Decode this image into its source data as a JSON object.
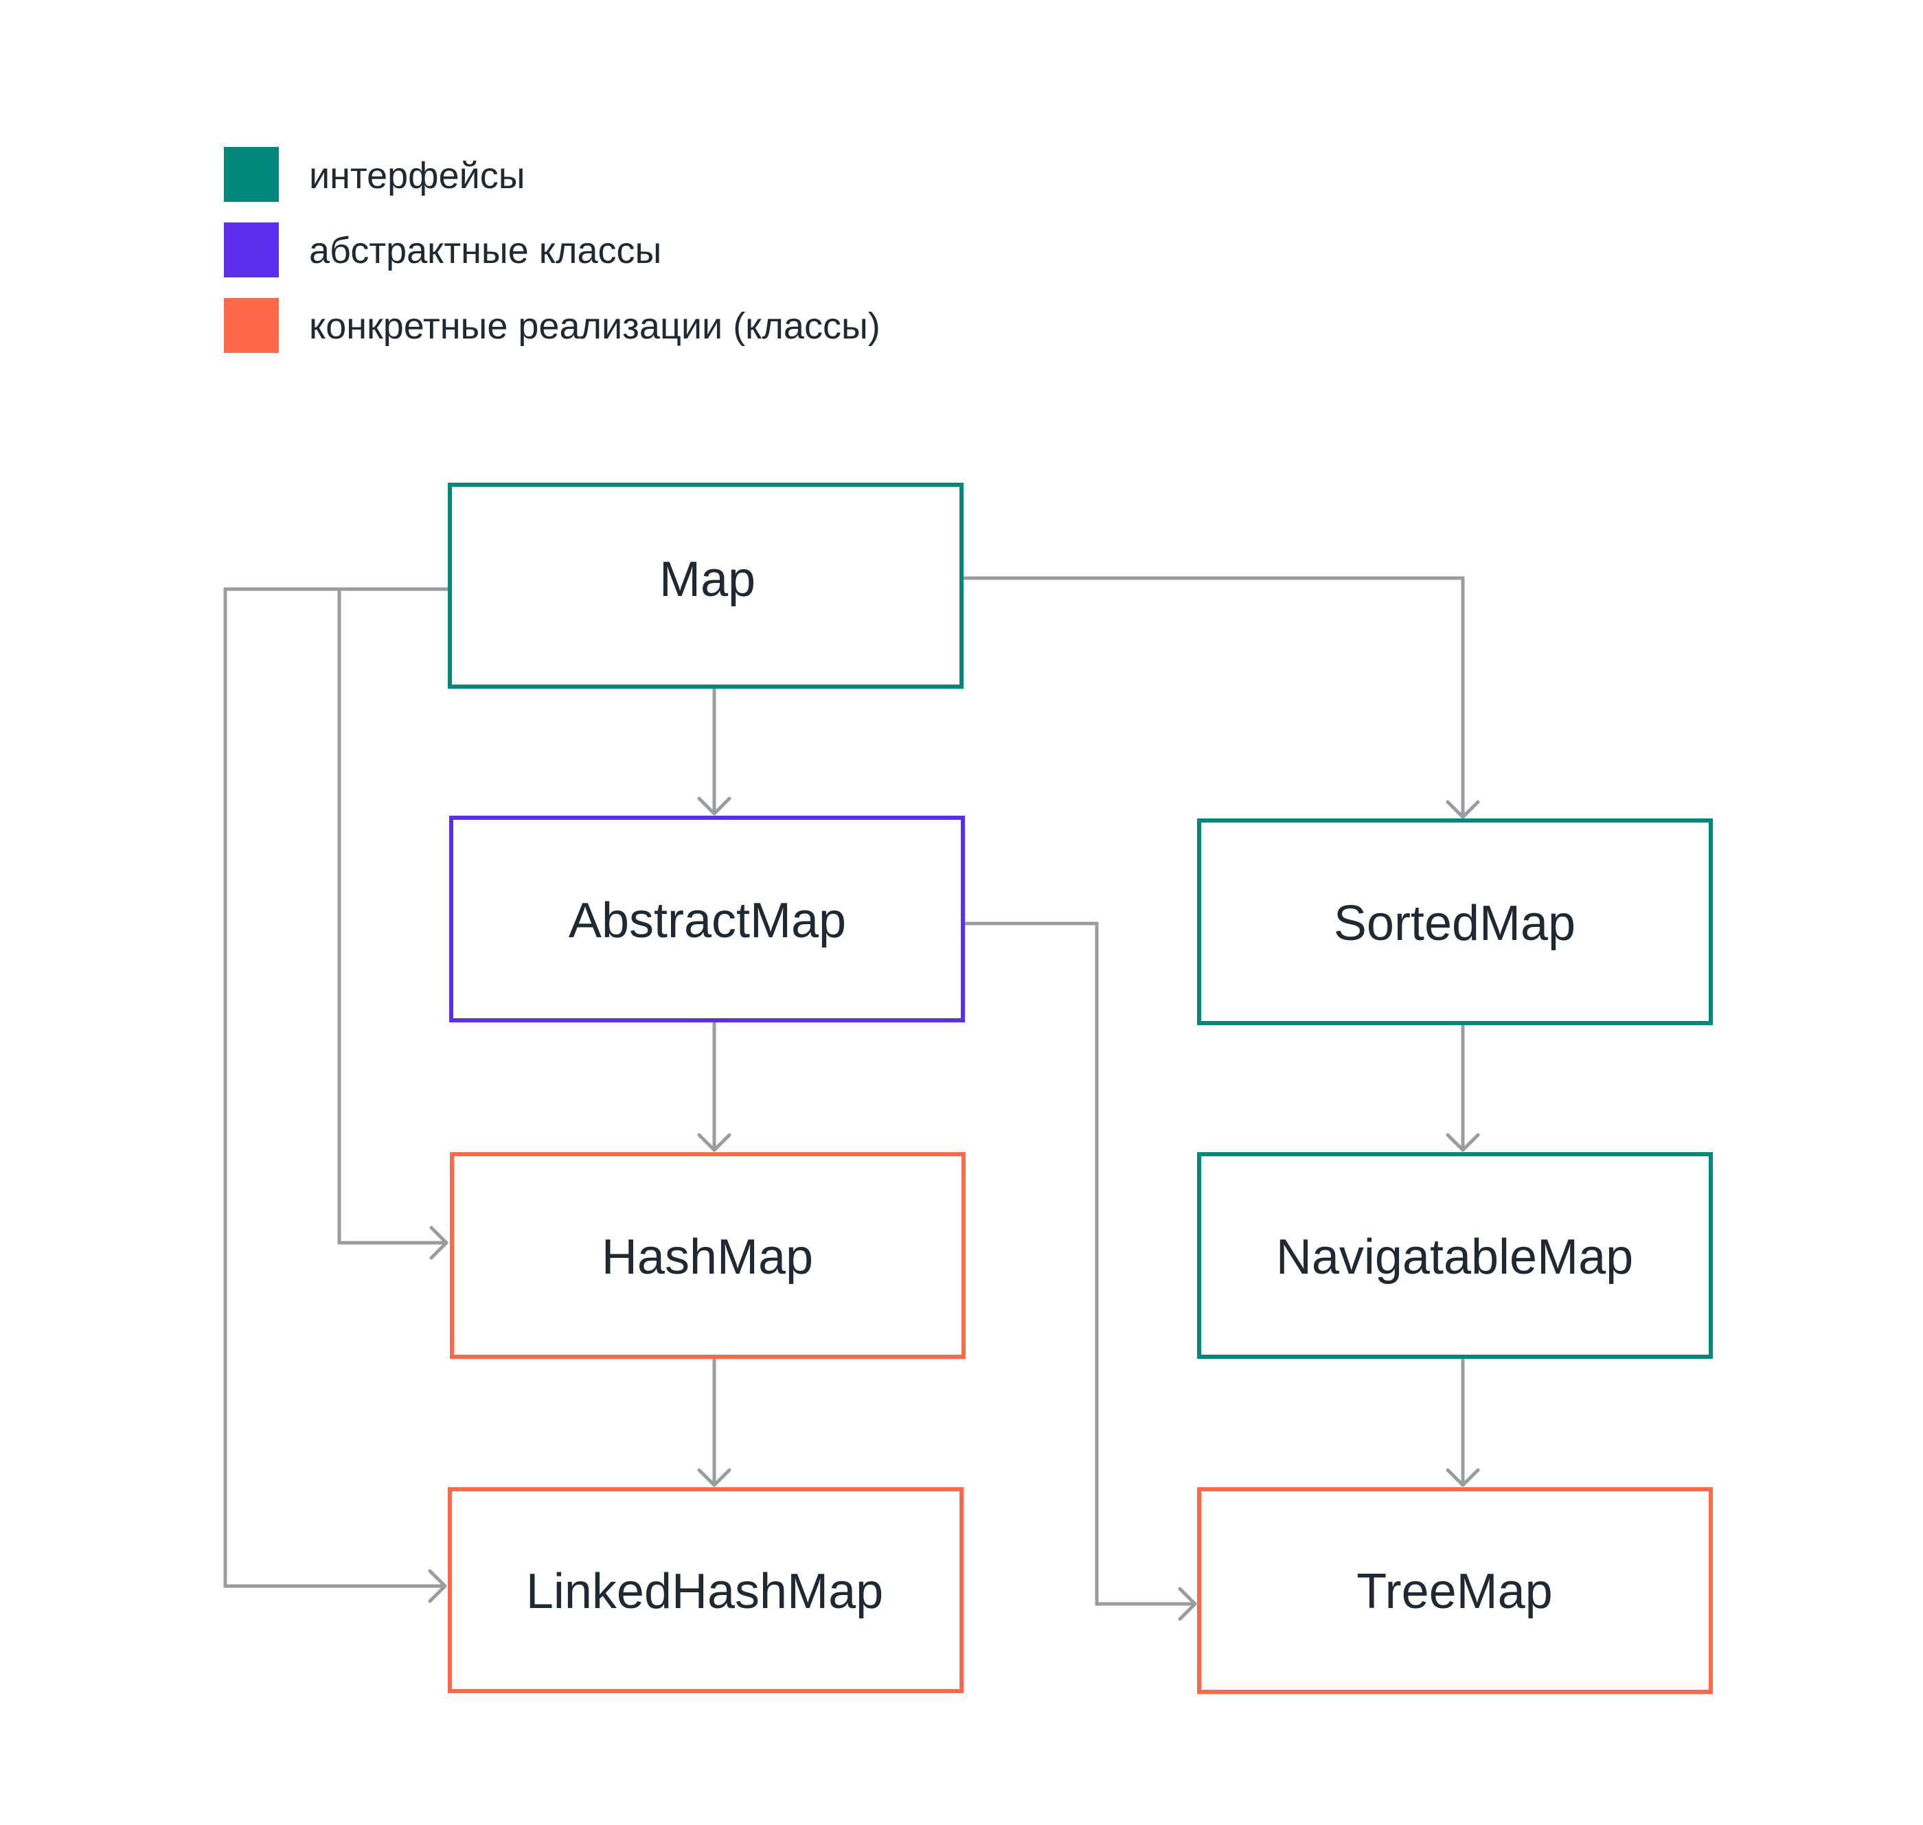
{
  "colors": {
    "interface": "#00897B",
    "abstract": "#5B2EEB",
    "concrete": "#FF6848",
    "connector": "#9A9D9F",
    "text": "#1F2933"
  },
  "legend": [
    {
      "label": "интерфейсы",
      "kind": "interface"
    },
    {
      "label": "абстрактные классы",
      "kind": "abstract"
    },
    {
      "label": "конкретные реализации (классы)",
      "kind": "concrete"
    }
  ],
  "nodes": {
    "map": {
      "label": "Map",
      "kind": "interface"
    },
    "abstract_map": {
      "label": "AbstractMap",
      "kind": "abstract"
    },
    "sorted_map": {
      "label": "SortedMap",
      "kind": "interface"
    },
    "hash_map": {
      "label": "HashMap",
      "kind": "concrete"
    },
    "navigatable_map": {
      "label": "NavigatableMap",
      "kind": "interface"
    },
    "linked_hash_map": {
      "label": "LinkedHashMap",
      "kind": "concrete"
    },
    "tree_map": {
      "label": "TreeMap",
      "kind": "concrete"
    }
  },
  "edges": [
    {
      "from": "map",
      "to": "abstract_map"
    },
    {
      "from": "map",
      "to": "sorted_map"
    },
    {
      "from": "map",
      "to": "hash_map"
    },
    {
      "from": "map",
      "to": "linked_hash_map"
    },
    {
      "from": "abstract_map",
      "to": "hash_map"
    },
    {
      "from": "abstract_map",
      "to": "tree_map"
    },
    {
      "from": "sorted_map",
      "to": "navigatable_map"
    },
    {
      "from": "navigatable_map",
      "to": "tree_map"
    },
    {
      "from": "hash_map",
      "to": "linked_hash_map"
    }
  ]
}
